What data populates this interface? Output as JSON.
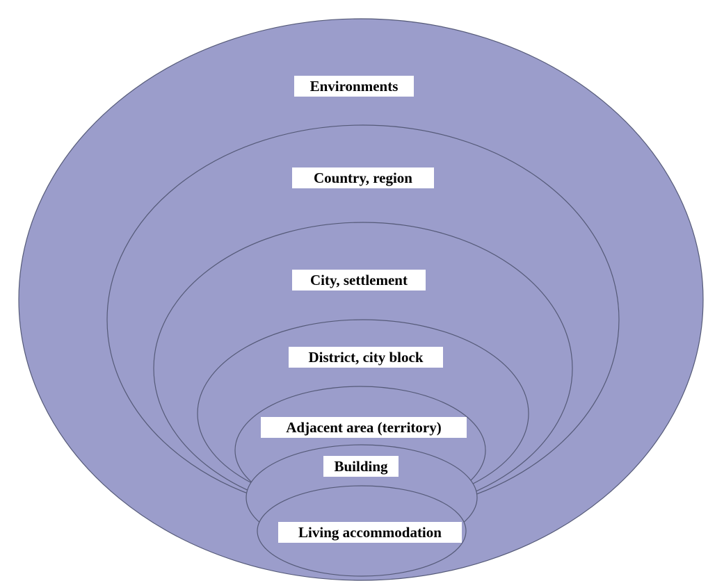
{
  "diagram": {
    "fill_color": "#9b9dcb",
    "stroke_color": "#555a78",
    "levels": [
      {
        "id": "environments",
        "label": "Environments"
      },
      {
        "id": "country",
        "label": "Country, region"
      },
      {
        "id": "city",
        "label": "City, settlement"
      },
      {
        "id": "district",
        "label": "District, city block"
      },
      {
        "id": "adjacent",
        "label": "Adjacent area (territory)"
      },
      {
        "id": "building",
        "label": "Building"
      },
      {
        "id": "living",
        "label": "Living accommodation"
      }
    ]
  }
}
